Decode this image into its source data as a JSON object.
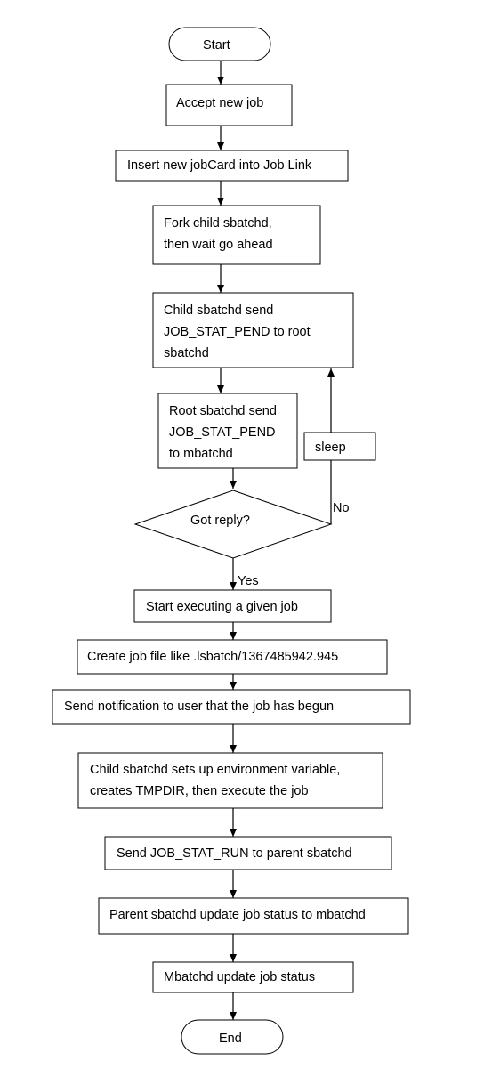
{
  "nodes": {
    "start": [
      "Start"
    ],
    "accept": [
      "Accept new job"
    ],
    "insert": [
      "Insert new jobCard into Job Link"
    ],
    "fork": [
      "Fork child sbatchd,",
      "then wait go ahead"
    ],
    "child_send": [
      "Child sbatchd send",
      "JOB_STAT_PEND to root",
      "sbatchd"
    ],
    "root_send": [
      "Root sbatchd send",
      "JOB_STAT_PEND",
      "to mbatchd"
    ],
    "decision": [
      "Got reply?"
    ],
    "sleep": [
      "sleep"
    ],
    "start_exec": [
      "Start executing a given job"
    ],
    "create_file": [
      "Create job file like .lsbatch/1367485942.945"
    ],
    "notify": [
      "Send notification to user that the job has begun"
    ],
    "setup": [
      "Child sbatchd sets up environment variable,",
      "creates TMPDIR, then execute the job"
    ],
    "send_run": [
      "Send JOB_STAT_RUN to parent sbatchd"
    ],
    "parent_update": [
      "Parent sbatchd update job status to mbatchd"
    ],
    "mbatchd_update": [
      "Mbatchd update job status"
    ],
    "end": [
      "End"
    ]
  },
  "edge_labels": {
    "no": "No",
    "yes": "Yes"
  }
}
